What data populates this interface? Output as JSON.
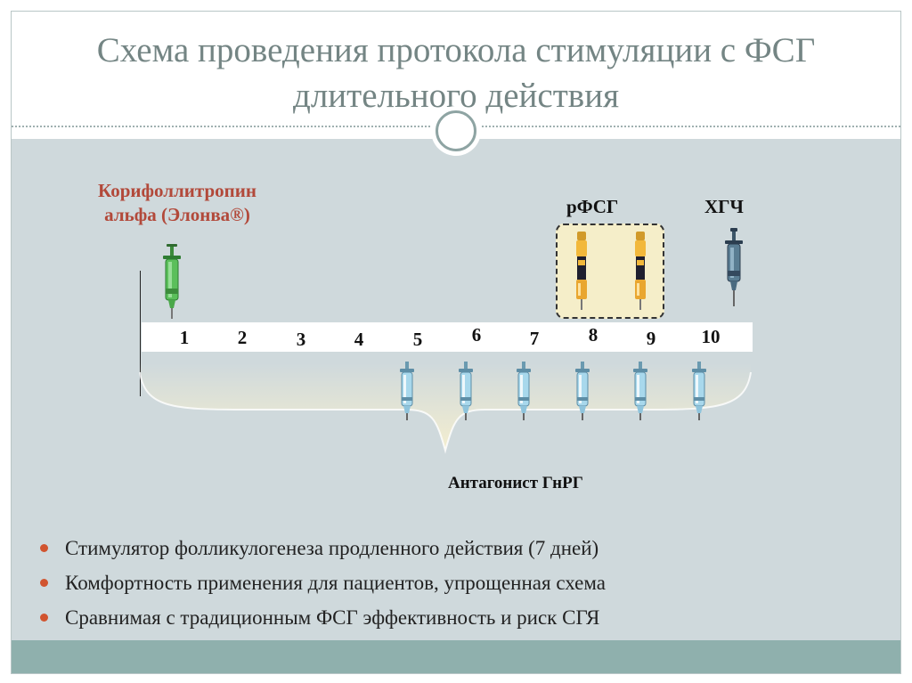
{
  "title": "Схема проведения протокола стимуляции с ФСГ длительного действия",
  "diagram": {
    "drug_label_line1": "Корифоллитропин",
    "drug_label_line2": "альфа (Элонва®)",
    "rfsg_label": "рФСГ",
    "hcg_label": "ХГЧ",
    "days": [
      "1",
      "2",
      "3",
      "4",
      "5",
      "6",
      "7",
      "8",
      "9",
      "10"
    ],
    "antagonist_label": "Антагонист ГнРГ"
  },
  "bullets": [
    "Стимулятор фолликулогенеза продленного действия (7 дней)",
    "Комфортность применения для пациентов, упрощенная схема",
    "Сравнимая с традиционным ФСГ эффективность и риск СГЯ"
  ],
  "colors": {
    "title": "#748584",
    "content_bg": "#cfd9dc",
    "footer_bar": "#8fb0ad",
    "drug_label": "#b2493a",
    "bullet_dot": "#d1542f",
    "rfsg_box_fill": "#f5eec9"
  }
}
